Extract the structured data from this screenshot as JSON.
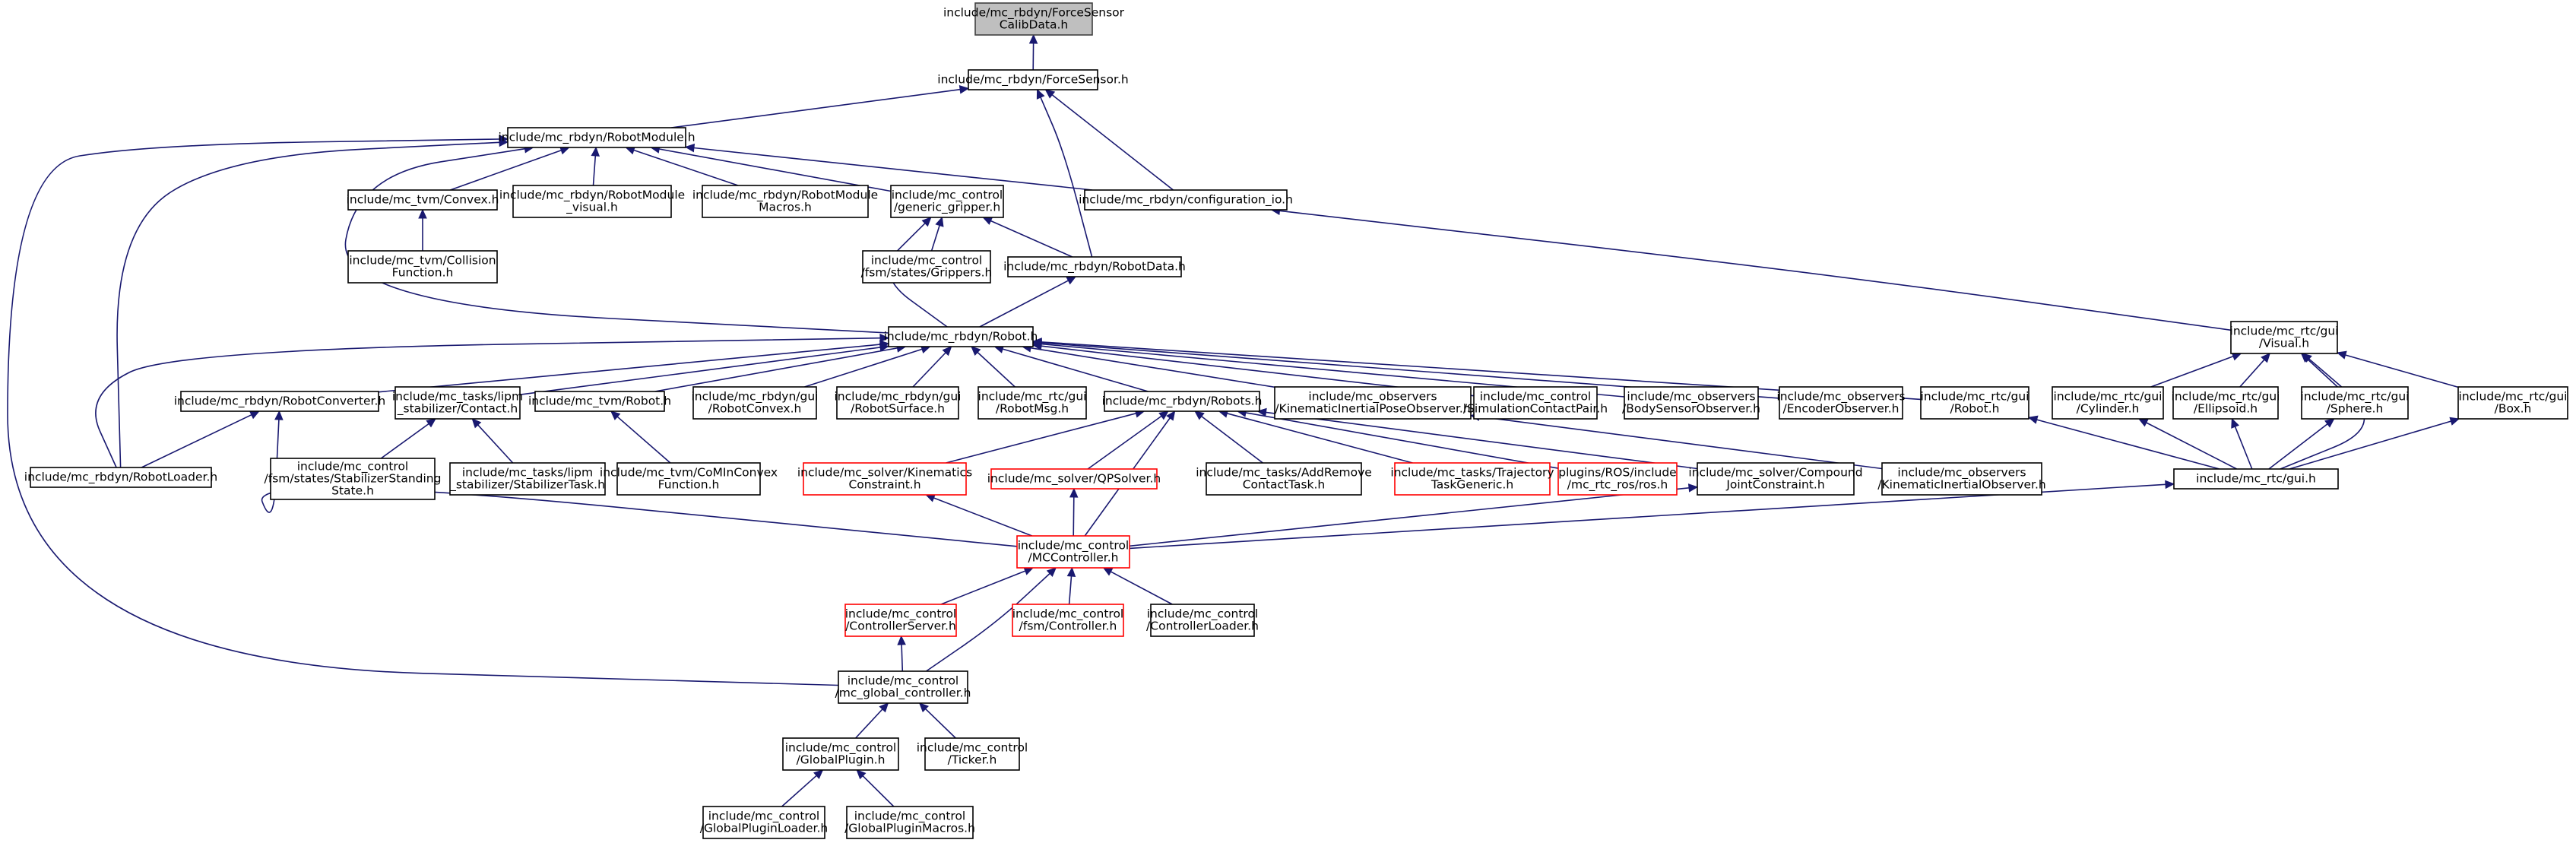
{
  "diagram": {
    "type": "include-dependency-graph",
    "nodes": [
      {
        "id": "n0",
        "lines": [
          "include/mc_rbdyn/ForceSensor",
          "CalibData.h"
        ],
        "style": "root"
      },
      {
        "id": "n1",
        "lines": [
          "include/mc_rbdyn/ForceSensor.h"
        ]
      },
      {
        "id": "n2",
        "lines": [
          "include/mc_rbdyn/RobotModule.h"
        ]
      },
      {
        "id": "n3",
        "lines": [
          "include/mc_tvm/Convex.h"
        ]
      },
      {
        "id": "n4",
        "lines": [
          "include/mc_rbdyn/RobotModule",
          "_visual.h"
        ]
      },
      {
        "id": "n5",
        "lines": [
          "include/mc_rbdyn/RobotModule",
          "Macros.h"
        ]
      },
      {
        "id": "n6",
        "lines": [
          "include/mc_control",
          "/generic_gripper.h"
        ]
      },
      {
        "id": "n7",
        "lines": [
          "include/mc_rbdyn/configuration_io.h"
        ]
      },
      {
        "id": "n8",
        "lines": [
          "include/mc_tvm/Collision",
          "Function.h"
        ]
      },
      {
        "id": "n9",
        "lines": [
          "include/mc_control",
          "/fsm/states/Grippers.h"
        ]
      },
      {
        "id": "n10",
        "lines": [
          "include/mc_rbdyn/RobotData.h"
        ]
      },
      {
        "id": "n11",
        "lines": [
          "include/mc_rtc/gui",
          "/Visual.h"
        ]
      },
      {
        "id": "n12",
        "lines": [
          "include/mc_rbdyn/Robot.h"
        ]
      },
      {
        "id": "n13",
        "lines": [
          "include/mc_rbdyn/RobotConverter.h"
        ]
      },
      {
        "id": "n14",
        "lines": [
          "include/mc_tasks/lipm",
          "_stabilizer/Contact.h"
        ]
      },
      {
        "id": "n15",
        "lines": [
          "include/mc_tvm/Robot.h"
        ]
      },
      {
        "id": "n16",
        "lines": [
          "include/mc_rbdyn/gui",
          "/RobotConvex.h"
        ]
      },
      {
        "id": "n17",
        "lines": [
          "include/mc_rbdyn/gui",
          "/RobotSurface.h"
        ]
      },
      {
        "id": "n18",
        "lines": [
          "include/mc_rtc/gui",
          "/RobotMsg.h"
        ]
      },
      {
        "id": "n19",
        "lines": [
          "include/mc_rbdyn/Robots.h"
        ]
      },
      {
        "id": "n20",
        "lines": [
          "include/mc_observers",
          "/KinematicInertialPoseObserver.h"
        ]
      },
      {
        "id": "n21",
        "lines": [
          "include/mc_control",
          "/SimulationContactPair.h"
        ]
      },
      {
        "id": "n22",
        "lines": [
          "include/mc_observers",
          "/BodySensorObserver.h"
        ]
      },
      {
        "id": "n23",
        "lines": [
          "include/mc_observers",
          "/EncoderObserver.h"
        ]
      },
      {
        "id": "n24",
        "lines": [
          "include/mc_rtc/gui",
          "/Robot.h"
        ]
      },
      {
        "id": "n25",
        "lines": [
          "include/mc_rtc/gui",
          "/Cylinder.h"
        ]
      },
      {
        "id": "n26",
        "lines": [
          "include/mc_rtc/gui",
          "/Ellipsoid.h"
        ]
      },
      {
        "id": "n27",
        "lines": [
          "include/mc_rtc/gui",
          "/Sphere.h"
        ]
      },
      {
        "id": "n28",
        "lines": [
          "include/mc_rtc/gui",
          "/Box.h"
        ]
      },
      {
        "id": "n29",
        "lines": [
          "include/mc_rbdyn/RobotLoader.h"
        ]
      },
      {
        "id": "n30",
        "lines": [
          "include/mc_control",
          "/fsm/states/StabilizerStanding",
          "State.h"
        ]
      },
      {
        "id": "n31",
        "lines": [
          "include/mc_tasks/lipm",
          "_stabilizer/StabilizerTask.h"
        ]
      },
      {
        "id": "n32",
        "lines": [
          "include/mc_tvm/CoMInConvex",
          "Function.h"
        ]
      },
      {
        "id": "n33",
        "lines": [
          "include/mc_solver/Kinematics",
          "Constraint.h"
        ],
        "style": "red"
      },
      {
        "id": "n34",
        "lines": [
          "include/mc_solver/QPSolver.h"
        ],
        "style": "red"
      },
      {
        "id": "n35",
        "lines": [
          "include/mc_tasks/AddRemove",
          "ContactTask.h"
        ]
      },
      {
        "id": "n36",
        "lines": [
          "include/mc_tasks/Trajectory",
          "TaskGeneric.h"
        ],
        "style": "red"
      },
      {
        "id": "n37",
        "lines": [
          "plugins/ROS/include",
          "/mc_rtc_ros/ros.h"
        ],
        "style": "red"
      },
      {
        "id": "n38",
        "lines": [
          "include/mc_solver/Compound",
          "JointConstraint.h"
        ]
      },
      {
        "id": "n39",
        "lines": [
          "include/mc_observers",
          "/KinematicInertialObserver.h"
        ]
      },
      {
        "id": "n40",
        "lines": [
          "include/mc_rtc/gui.h"
        ]
      },
      {
        "id": "n41",
        "lines": [
          "include/mc_control",
          "/MCController.h"
        ],
        "style": "red"
      },
      {
        "id": "n42",
        "lines": [
          "include/mc_control",
          "/ControllerServer.h"
        ],
        "style": "red"
      },
      {
        "id": "n43",
        "lines": [
          "include/mc_control",
          "/fsm/Controller.h"
        ],
        "style": "red"
      },
      {
        "id": "n44",
        "lines": [
          "include/mc_control",
          "/ControllerLoader.h"
        ]
      },
      {
        "id": "n45",
        "lines": [
          "include/mc_control",
          "/mc_global_controller.h"
        ]
      },
      {
        "id": "n46",
        "lines": [
          "include/mc_control",
          "/GlobalPlugin.h"
        ]
      },
      {
        "id": "n47",
        "lines": [
          "include/mc_control",
          "/Ticker.h"
        ]
      },
      {
        "id": "n48",
        "lines": [
          "include/mc_control",
          "/GlobalPluginLoader.h"
        ]
      },
      {
        "id": "n49",
        "lines": [
          "include/mc_control",
          "/GlobalPluginMacros.h"
        ]
      }
    ],
    "edges": [
      {
        "from": "n1",
        "to": "n0"
      },
      {
        "from": "n2",
        "to": "n1"
      },
      {
        "from": "n7",
        "to": "n1"
      },
      {
        "from": "n10",
        "to": "n1"
      },
      {
        "from": "n3",
        "to": "n2"
      },
      {
        "from": "n4",
        "to": "n2"
      },
      {
        "from": "n5",
        "to": "n2"
      },
      {
        "from": "n6",
        "to": "n2"
      },
      {
        "from": "n7",
        "to": "n2"
      },
      {
        "from": "n12",
        "to": "n2"
      },
      {
        "from": "n29",
        "to": "n2"
      },
      {
        "from": "n45",
        "to": "n2"
      },
      {
        "from": "n8",
        "to": "n3"
      },
      {
        "from": "n9",
        "to": "n6"
      },
      {
        "from": "n10",
        "to": "n6"
      },
      {
        "from": "n12",
        "to": "n6"
      },
      {
        "from": "n11",
        "to": "n7"
      },
      {
        "from": "n12",
        "to": "n10"
      },
      {
        "from": "n25",
        "to": "n11"
      },
      {
        "from": "n26",
        "to": "n11"
      },
      {
        "from": "n27",
        "to": "n11"
      },
      {
        "from": "n28",
        "to": "n11"
      },
      {
        "from": "n40",
        "to": "n11"
      },
      {
        "from": "n13",
        "to": "n12"
      },
      {
        "from": "n14",
        "to": "n12"
      },
      {
        "from": "n15",
        "to": "n12"
      },
      {
        "from": "n16",
        "to": "n12"
      },
      {
        "from": "n17",
        "to": "n12"
      },
      {
        "from": "n18",
        "to": "n12"
      },
      {
        "from": "n19",
        "to": "n12"
      },
      {
        "from": "n20",
        "to": "n12"
      },
      {
        "from": "n21",
        "to": "n12"
      },
      {
        "from": "n22",
        "to": "n12"
      },
      {
        "from": "n23",
        "to": "n12"
      },
      {
        "from": "n24",
        "to": "n12"
      },
      {
        "from": "n29",
        "to": "n12"
      },
      {
        "from": "n29",
        "to": "n13"
      },
      {
        "from": "n41",
        "to": "n13"
      },
      {
        "from": "n30",
        "to": "n14"
      },
      {
        "from": "n31",
        "to": "n14"
      },
      {
        "from": "n32",
        "to": "n15"
      },
      {
        "from": "n33",
        "to": "n19"
      },
      {
        "from": "n34",
        "to": "n19"
      },
      {
        "from": "n35",
        "to": "n19"
      },
      {
        "from": "n36",
        "to": "n19"
      },
      {
        "from": "n37",
        "to": "n19"
      },
      {
        "from": "n38",
        "to": "n19"
      },
      {
        "from": "n41",
        "to": "n19"
      },
      {
        "from": "n39",
        "to": "n20"
      },
      {
        "from": "n40",
        "to": "n24"
      },
      {
        "from": "n40",
        "to": "n25"
      },
      {
        "from": "n40",
        "to": "n26"
      },
      {
        "from": "n40",
        "to": "n27"
      },
      {
        "from": "n40",
        "to": "n28"
      },
      {
        "from": "n41",
        "to": "n33"
      },
      {
        "from": "n41",
        "to": "n34"
      },
      {
        "from": "n41",
        "to": "n38"
      },
      {
        "from": "n41",
        "to": "n40"
      },
      {
        "from": "n42",
        "to": "n41"
      },
      {
        "from": "n43",
        "to": "n41"
      },
      {
        "from": "n44",
        "to": "n41"
      },
      {
        "from": "n45",
        "to": "n41"
      },
      {
        "from": "n45",
        "to": "n42"
      },
      {
        "from": "n46",
        "to": "n45"
      },
      {
        "from": "n47",
        "to": "n45"
      },
      {
        "from": "n48",
        "to": "n46"
      },
      {
        "from": "n49",
        "to": "n46"
      }
    ]
  }
}
